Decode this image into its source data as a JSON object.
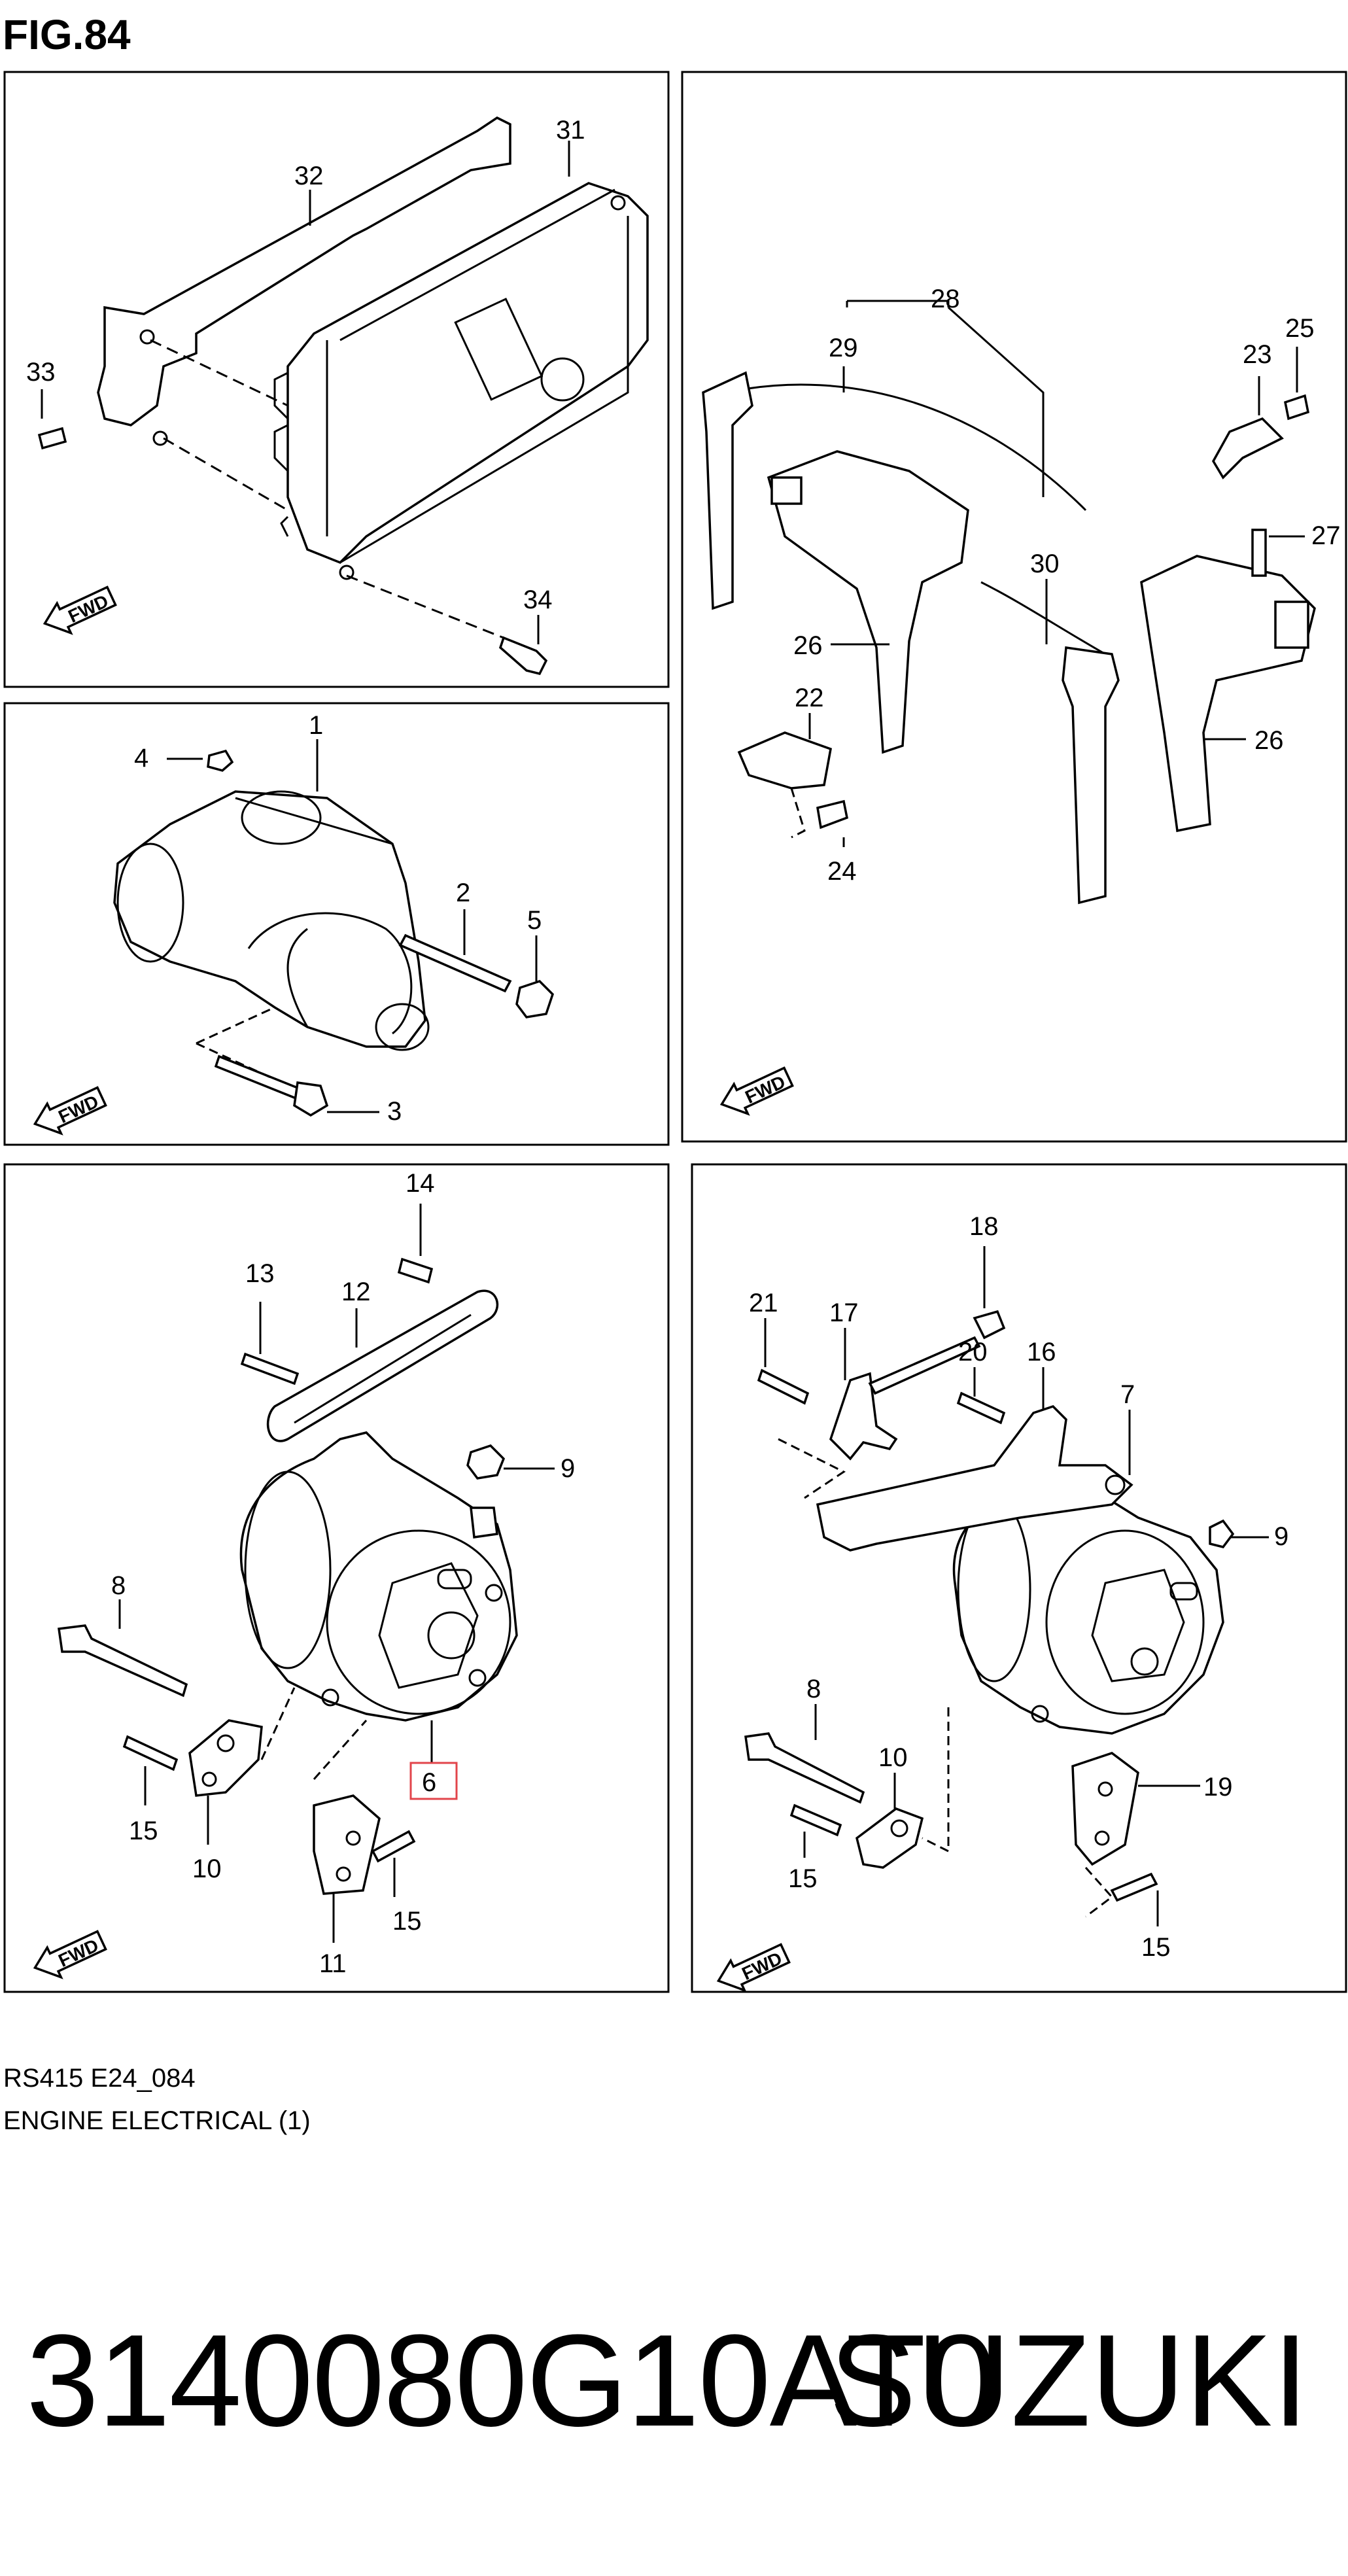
{
  "figure": {
    "title": "FIG.84"
  },
  "caption": {
    "code": "RS415 E24_084",
    "title": "ENGINE ELECTRICAL (1)"
  },
  "footer": {
    "part_number": "3140080G10AT0",
    "brand": "SUZUKI"
  },
  "fwd_label": "FWD",
  "colors": {
    "highlight": "#e2454b",
    "line": "#000000"
  },
  "callouts": {
    "p1": [
      "31",
      "32",
      "33",
      "34"
    ],
    "p2": [
      "28",
      "29",
      "23",
      "25",
      "27",
      "30",
      "26",
      "22",
      "24",
      "26"
    ],
    "p3": [
      "1",
      "4",
      "2",
      "5",
      "3"
    ],
    "p4": [
      "14",
      "13",
      "12",
      "9",
      "8",
      "15",
      "10",
      "15",
      "11",
      "6"
    ],
    "p5": [
      "18",
      "21",
      "17",
      "20",
      "16",
      "7",
      "9",
      "8",
      "10",
      "19",
      "15",
      "15"
    ]
  }
}
